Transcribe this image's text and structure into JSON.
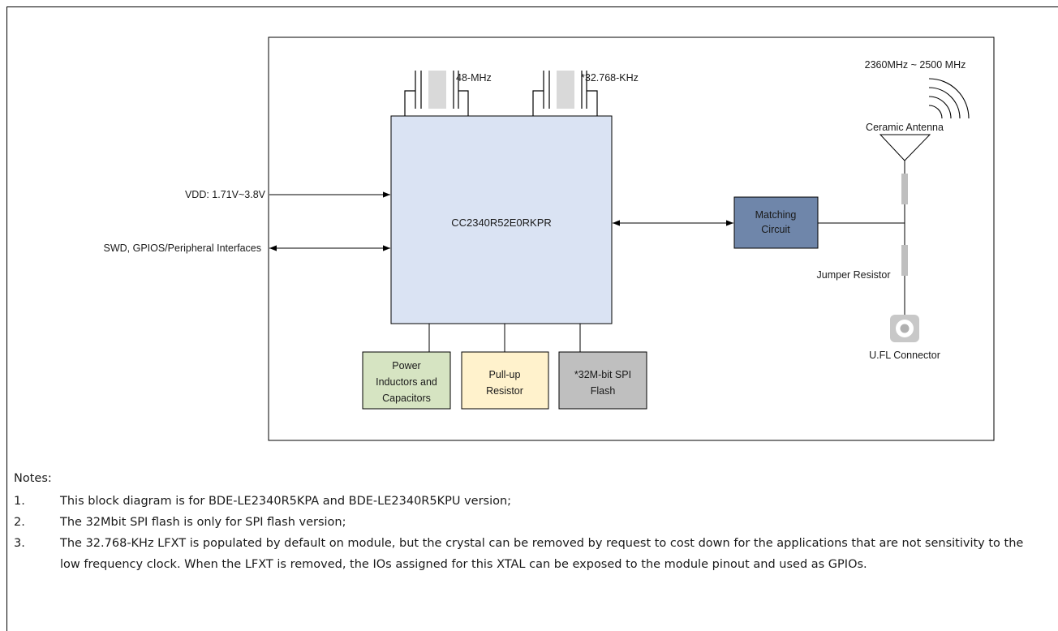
{
  "diagram": {
    "crystal_48": "48-MHz",
    "crystal_32k": "*32.768-KHz",
    "chip": "CC2340R52E0RKPR",
    "vdd": "VDD: 1.71V~3.8V",
    "swd": "SWD, GPIOS/Peripheral Interfaces",
    "matching": [
      "Matching",
      "Circuit"
    ],
    "freq_range": "2360MHz ~ 2500 MHz",
    "antenna": "Ceramic Antenna",
    "jumper": "Jumper Resistor",
    "ufl": "U.FL Connector",
    "power": [
      "Power",
      "Inductors and",
      "Capacitors"
    ],
    "pullup": [
      "Pull-up",
      "Resistor"
    ],
    "flash": [
      "*32M-bit SPI",
      "Flash"
    ]
  },
  "colors": {
    "chip_fill": "#dae3f3",
    "matching_fill": "#6f86aa",
    "power_fill": "#d6e4c2",
    "pullup_fill": "#fff2cc",
    "flash_fill": "#bfbfbf"
  },
  "notes": {
    "heading": "Notes:",
    "items": [
      {
        "num": "1.",
        "text": "This block diagram is for BDE-LE2340R5KPA and BDE-LE2340R5KPU version;"
      },
      {
        "num": "2.",
        "text": "The 32Mbit SPI flash is only for SPI flash version;"
      },
      {
        "num": "3.",
        "text": "The 32.768-KHz LFXT is populated by default on module, but the crystal can be removed by request to cost down for the applications that are not sensitivity to the low frequency clock. When the LFXT is removed, the IOs assigned for this XTAL can be exposed to the module pinout and used as GPIOs."
      }
    ]
  }
}
